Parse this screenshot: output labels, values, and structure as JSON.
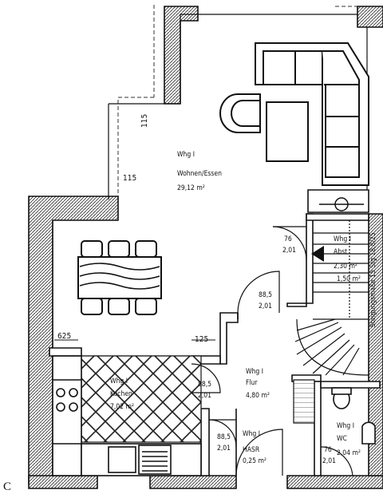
{
  "plan_label": "C",
  "dimensions": {
    "d115_top": "115",
    "d115_mid": "115",
    "d625": "625",
    "d125": "125"
  },
  "rooms": {
    "wohnen": {
      "unit": "Whg I",
      "name": "Wohnen/Essen",
      "area": "29,12 m²"
    },
    "kochen": {
      "unit": "Whg I",
      "name": "Kochen",
      "area": "7,02 m²"
    },
    "flur": {
      "unit": "Whg I",
      "name": "Flur",
      "area": "4,80 m²"
    },
    "hasr": {
      "unit": "Whg I",
      "name": "HASR",
      "area": "0,25 m²"
    },
    "wc": {
      "unit": "Whg I",
      "name": "WC",
      "area": "2,04 m²"
    },
    "abst": {
      "unit": "Whg I",
      "name": "Abst",
      "area": "2,30 m²",
      "extra": "1,50 m²"
    }
  },
  "doors": {
    "abst_door": {
      "w": "76",
      "h": "2,01"
    },
    "flur_door": {
      "w": "88,5",
      "h": "2,01"
    },
    "kochen_door": {
      "w": "88,5",
      "h": "2,01"
    },
    "hasr_door": {
      "w": "88,5",
      "h": "2,01"
    },
    "wc_door": {
      "w": "76",
      "h": "2,01"
    }
  },
  "stair_note": "Steigungsmaße 15 Stg 18,8/25"
}
